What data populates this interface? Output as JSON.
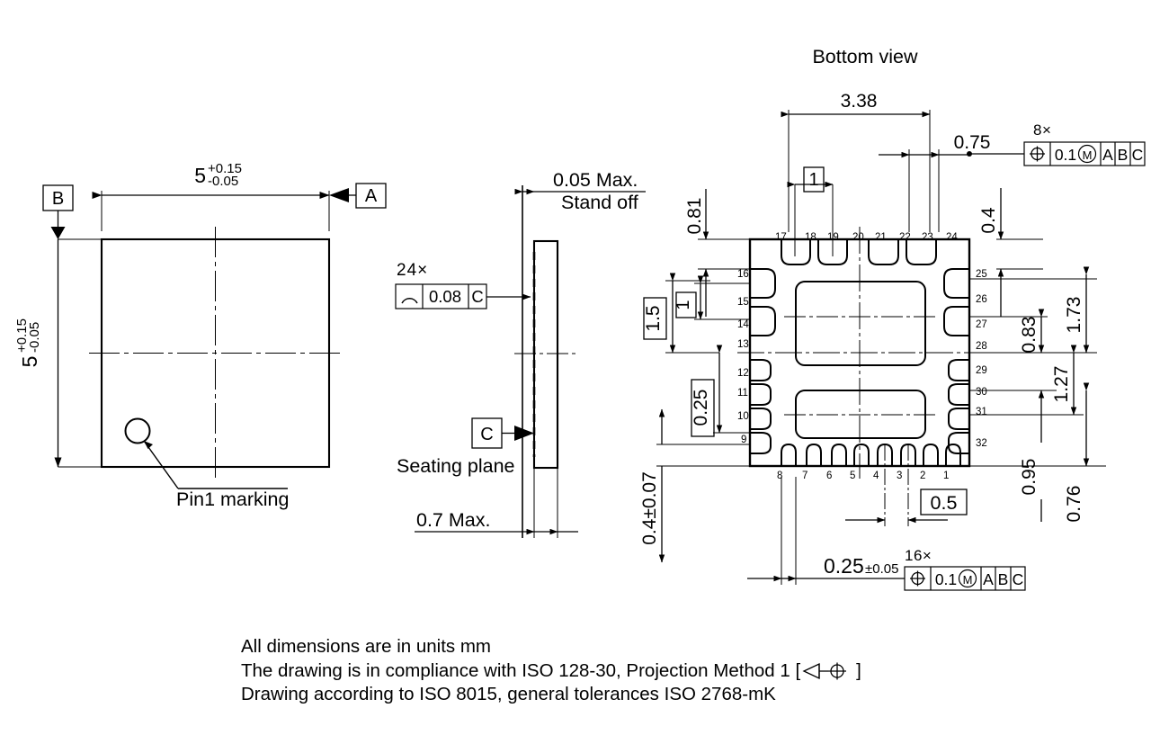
{
  "drawing": {
    "units_note": "All dimensions are in units mm",
    "iso_note": "The drawing is in compliance with ISO 128-30, Projection Method 1 [",
    "iso_note_tail": "]",
    "tolerance_note": "Drawing according to ISO 8015, general tolerances ISO 2768-mK"
  },
  "views": {
    "top": {
      "dim_width_value": "5",
      "dim_width_upper": "+0.15",
      "dim_width_lower": "-0.05",
      "dim_height_value": "5",
      "dim_height_upper": "+0.15",
      "dim_height_lower": "-0.05",
      "datum_a": "A",
      "datum_b": "B",
      "pin1_label": "Pin1 marking"
    },
    "side": {
      "standoff_line1": "0.05 Max.",
      "standoff_line2": "Stand off",
      "thickness": "0.7 Max.",
      "seating_plane_label": "Seating plane",
      "datum_c": "C",
      "fcf_count": "24×",
      "fcf_symbol": "profile-of-a-line",
      "fcf_tolerance": "0.08",
      "fcf_datum": "C"
    },
    "bottom": {
      "title": "Bottom view",
      "dim_3_38": "3.38",
      "dim_0_75": "0.75",
      "dim_0_4_top": "0.4",
      "dim_0_81": "0.81",
      "dim_1_5": "1.5",
      "dim_1_basic_left": "1",
      "dim_1_basic_top": "1",
      "dim_0_25_basic": "0.25",
      "dim_0_4_tol": "0.4±0.07",
      "dim_1_73": "1.73",
      "dim_0_83": "0.83",
      "dim_1_27": "1.27",
      "dim_0_95": "0.95",
      "dim_0_76": "0.76",
      "dim_0_5_basic": "0.5",
      "dim_0_25_tol_value": "0.25",
      "dim_0_25_tol_pm": "±0.05",
      "fcf_top": {
        "count": "8×",
        "symbol": "position",
        "tolerance": "0.1",
        "modifier": "M",
        "datums": [
          "A",
          "B",
          "C"
        ]
      },
      "fcf_bottom": {
        "count": "16×",
        "symbol": "position",
        "tolerance": "0.1",
        "modifier": "M",
        "datums": [
          "A",
          "B",
          "C"
        ]
      },
      "pin_numbers_bottom": [
        "8",
        "7",
        "6",
        "5",
        "4",
        "3",
        "2",
        "1"
      ],
      "pin_numbers_left": [
        "16",
        "15",
        "14",
        "13",
        "12",
        "11",
        "10",
        "9"
      ],
      "pin_numbers_top": [
        "17",
        "18",
        "19",
        "20",
        "21",
        "22",
        "23",
        "24"
      ],
      "pin_numbers_right": [
        "25",
        "26",
        "27",
        "28",
        "29",
        "30",
        "31",
        "32"
      ]
    }
  },
  "chart_data": {
    "type": "diagram",
    "title": "QFN package mechanical outline",
    "package_size_mm": [
      5,
      5
    ],
    "thickness_max_mm": 0.7,
    "standoff_max_mm": 0.05,
    "pin_count": 32,
    "pitch_mm": 0.5
  }
}
